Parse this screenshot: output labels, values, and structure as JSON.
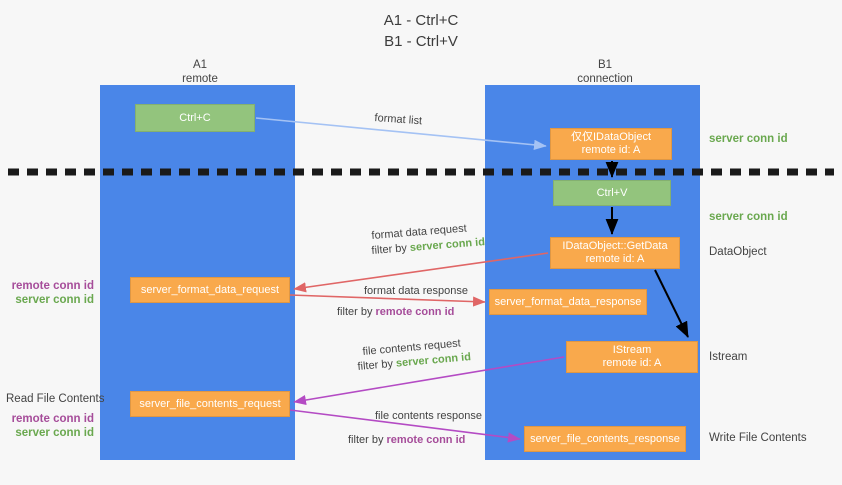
{
  "title": {
    "line1": "A1 - Ctrl+C",
    "line2": "B1 - Ctrl+V"
  },
  "columns": {
    "a": {
      "name": "A1",
      "sub": "remote"
    },
    "b": {
      "name": "B1",
      "sub": "connection"
    }
  },
  "nodes": {
    "ctrl_c": "Ctrl+C",
    "idataobject": {
      "line1": "仅仅IDataObject",
      "line2": "remote id: A"
    },
    "ctrl_v": "Ctrl+V",
    "getdata": {
      "line1": "IDataObject::GetData",
      "line2": "remote id: A"
    },
    "server_format_data_request": "server_format_data_request",
    "server_format_data_response": "server_format_data_response",
    "istream": {
      "line1": "IStream",
      "line2": "remote id: A"
    },
    "server_file_contents_request": "server_file_contents_request",
    "server_file_contents_response": "server_file_contents_response"
  },
  "right_labels": {
    "server_conn_id_1": "server conn id",
    "server_conn_id_2": "server conn id",
    "dataobject": "DataObject",
    "istream": "Istream",
    "write_file_contents": "Write File Contents"
  },
  "left_labels": {
    "remote_conn_id_1": "remote conn id",
    "server_conn_id_1": "server conn id",
    "read_file_contents": "Read File Contents",
    "remote_conn_id_2": "remote conn id",
    "server_conn_id_2": "server conn id"
  },
  "arrow_labels": {
    "format_list": "format list",
    "format_data_request": "format data request",
    "format_data_request_filter_prefix": "filter by ",
    "format_data_request_filter_value": "server conn id",
    "format_data_response": "format data response",
    "format_data_response_filter_prefix": "filter by ",
    "format_data_response_filter_value": "remote conn id",
    "file_contents_request": "file contents request",
    "file_contents_request_filter_prefix": "filter by ",
    "file_contents_request_filter_value": "server conn id",
    "file_contents_response": "file contents response",
    "file_contents_response_filter_prefix": "filter by ",
    "file_contents_response_filter_value": "remote conn id"
  },
  "colors": {
    "lane": "#4a86e8",
    "green_node": "#93c47d",
    "orange_node": "#f9a94c",
    "green_text": "#6aa84f",
    "purple_text": "#a64d9a",
    "red_arrow": "#e06666",
    "purple_arrow": "#b44bc4",
    "blue_arrow": "#a4c2f4",
    "dark_arrow": "#000000",
    "divider": "#1a1a1a",
    "background": "#f7f7f7"
  }
}
